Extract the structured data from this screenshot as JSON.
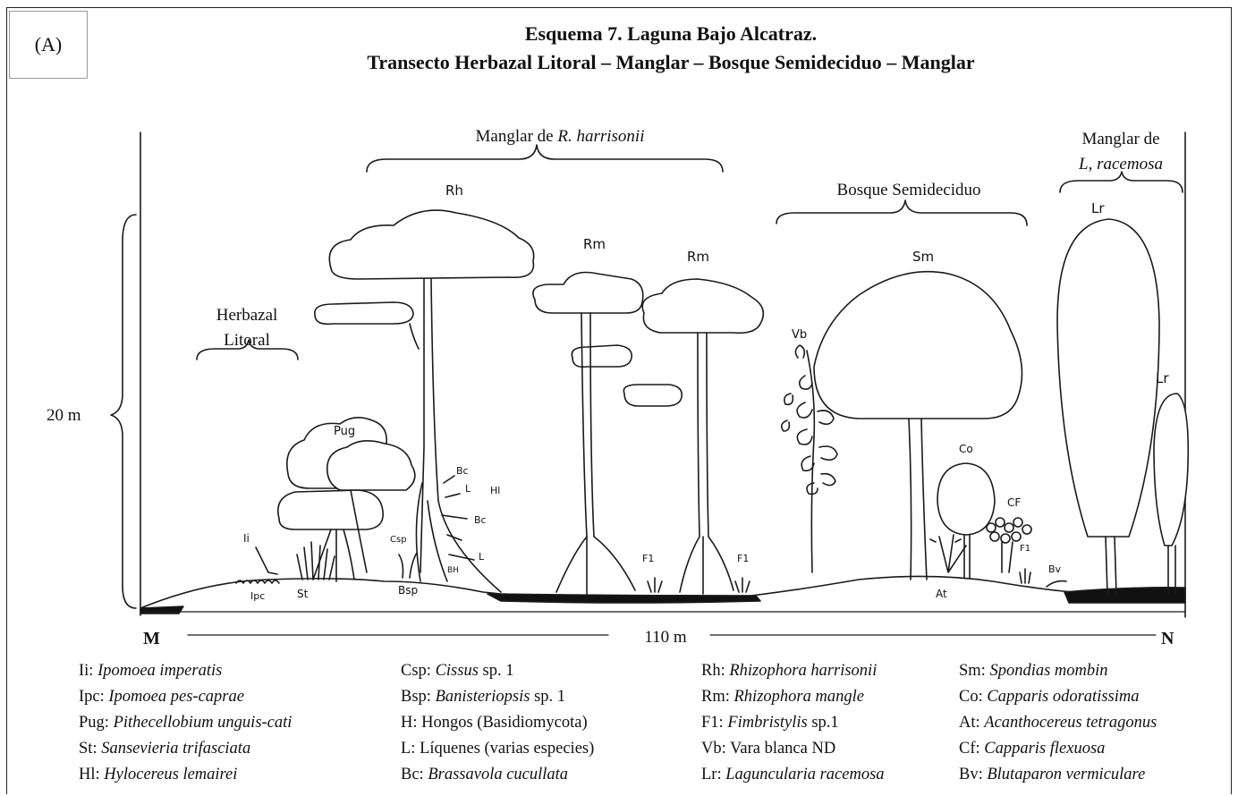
{
  "panel_label": "(A)",
  "title": {
    "line1": "Esquema 7.  Laguna Bajo Alcatraz.",
    "line2": "Transecto Herbazal Litoral – Manglar – Bosque Semideciduo – Manglar"
  },
  "zones": {
    "herbazal_line1": "Herbazal",
    "herbazal_line2": "Litoral",
    "manglar_rh_prefix": "Manglar de ",
    "manglar_rh_species": "R. harrisonii",
    "bosque": "Bosque Semideciduo",
    "manglar_lr_line1": "Manglar de",
    "manglar_lr_line2": "L, racemosa"
  },
  "scale": {
    "height": "20 m",
    "length": "110 m",
    "start": "M",
    "end": "N"
  },
  "plant_labels": {
    "rh": "Rh",
    "rm1": "Rm",
    "rm2": "Rm",
    "sm": "Sm",
    "lr1": "Lr",
    "lr2": "Lr",
    "vb": "Vb",
    "pug": "Pug",
    "ii": "Ii",
    "ipc": "Ipc",
    "st": "St",
    "bsp": "Bsp",
    "csp": "Csp",
    "bc1": "Bc",
    "bc2": "Bc",
    "l1": "L",
    "l2": "L",
    "hl": "Hl",
    "bh": "BH",
    "f1a": "F1",
    "f1b": "F1",
    "f1c": "F1",
    "co": "Co",
    "cf": "CF",
    "at": "At",
    "bv": "Bv"
  },
  "legend": {
    "col1": [
      {
        "code": "Ii: ",
        "name": "Ipomoea imperatis",
        "extra": ""
      },
      {
        "code": "Ipc: ",
        "name": "Ipomoea pes-caprae",
        "extra": ""
      },
      {
        "code": "Pug: ",
        "name": "Pithecellobium unguis-cati",
        "extra": ""
      },
      {
        "code": "St: ",
        "name": "Sansevieria trifasciata",
        "extra": ""
      },
      {
        "code": "Hl: ",
        "name": "Hylocereus lemairei",
        "extra": ""
      }
    ],
    "col2": [
      {
        "code": "Csp: ",
        "name": "Cissus",
        "extra": " sp. 1"
      },
      {
        "code": "Bsp: ",
        "name": "Banisteriopsis",
        "extra": " sp. 1"
      },
      {
        "code": "H: ",
        "name": "",
        "extra": "Hongos (Basidiomycota)"
      },
      {
        "code": "L: ",
        "name": "",
        "extra": "Líquenes (varias especies)"
      },
      {
        "code": "Bc: ",
        "name": "Brassavola cucullata",
        "extra": ""
      }
    ],
    "col3": [
      {
        "code": "Rh: ",
        "name": "Rhizophora harrisonii",
        "extra": ""
      },
      {
        "code": "Rm: ",
        "name": "Rhizophora mangle",
        "extra": ""
      },
      {
        "code": "F1: ",
        "name": "Fimbristylis",
        "extra": " sp.1"
      },
      {
        "code": "Vb: ",
        "name": "",
        "extra": "Vara blanca ND"
      },
      {
        "code": "Lr: ",
        "name": "Laguncularia racemosa",
        "extra": ""
      }
    ],
    "col4": [
      {
        "code": "Sm: ",
        "name": "Spondias mombin",
        "extra": ""
      },
      {
        "code": "Co: ",
        "name": "Capparis odoratissima",
        "extra": ""
      },
      {
        "code": "At: ",
        "name": "Acanthocereus tetragonus",
        "extra": ""
      },
      {
        "code": "Cf: ",
        "name": "Capparis flexuosa",
        "extra": ""
      },
      {
        "code": "Bv: ",
        "name": "Blutaparon vermiculare",
        "extra": ""
      }
    ]
  }
}
